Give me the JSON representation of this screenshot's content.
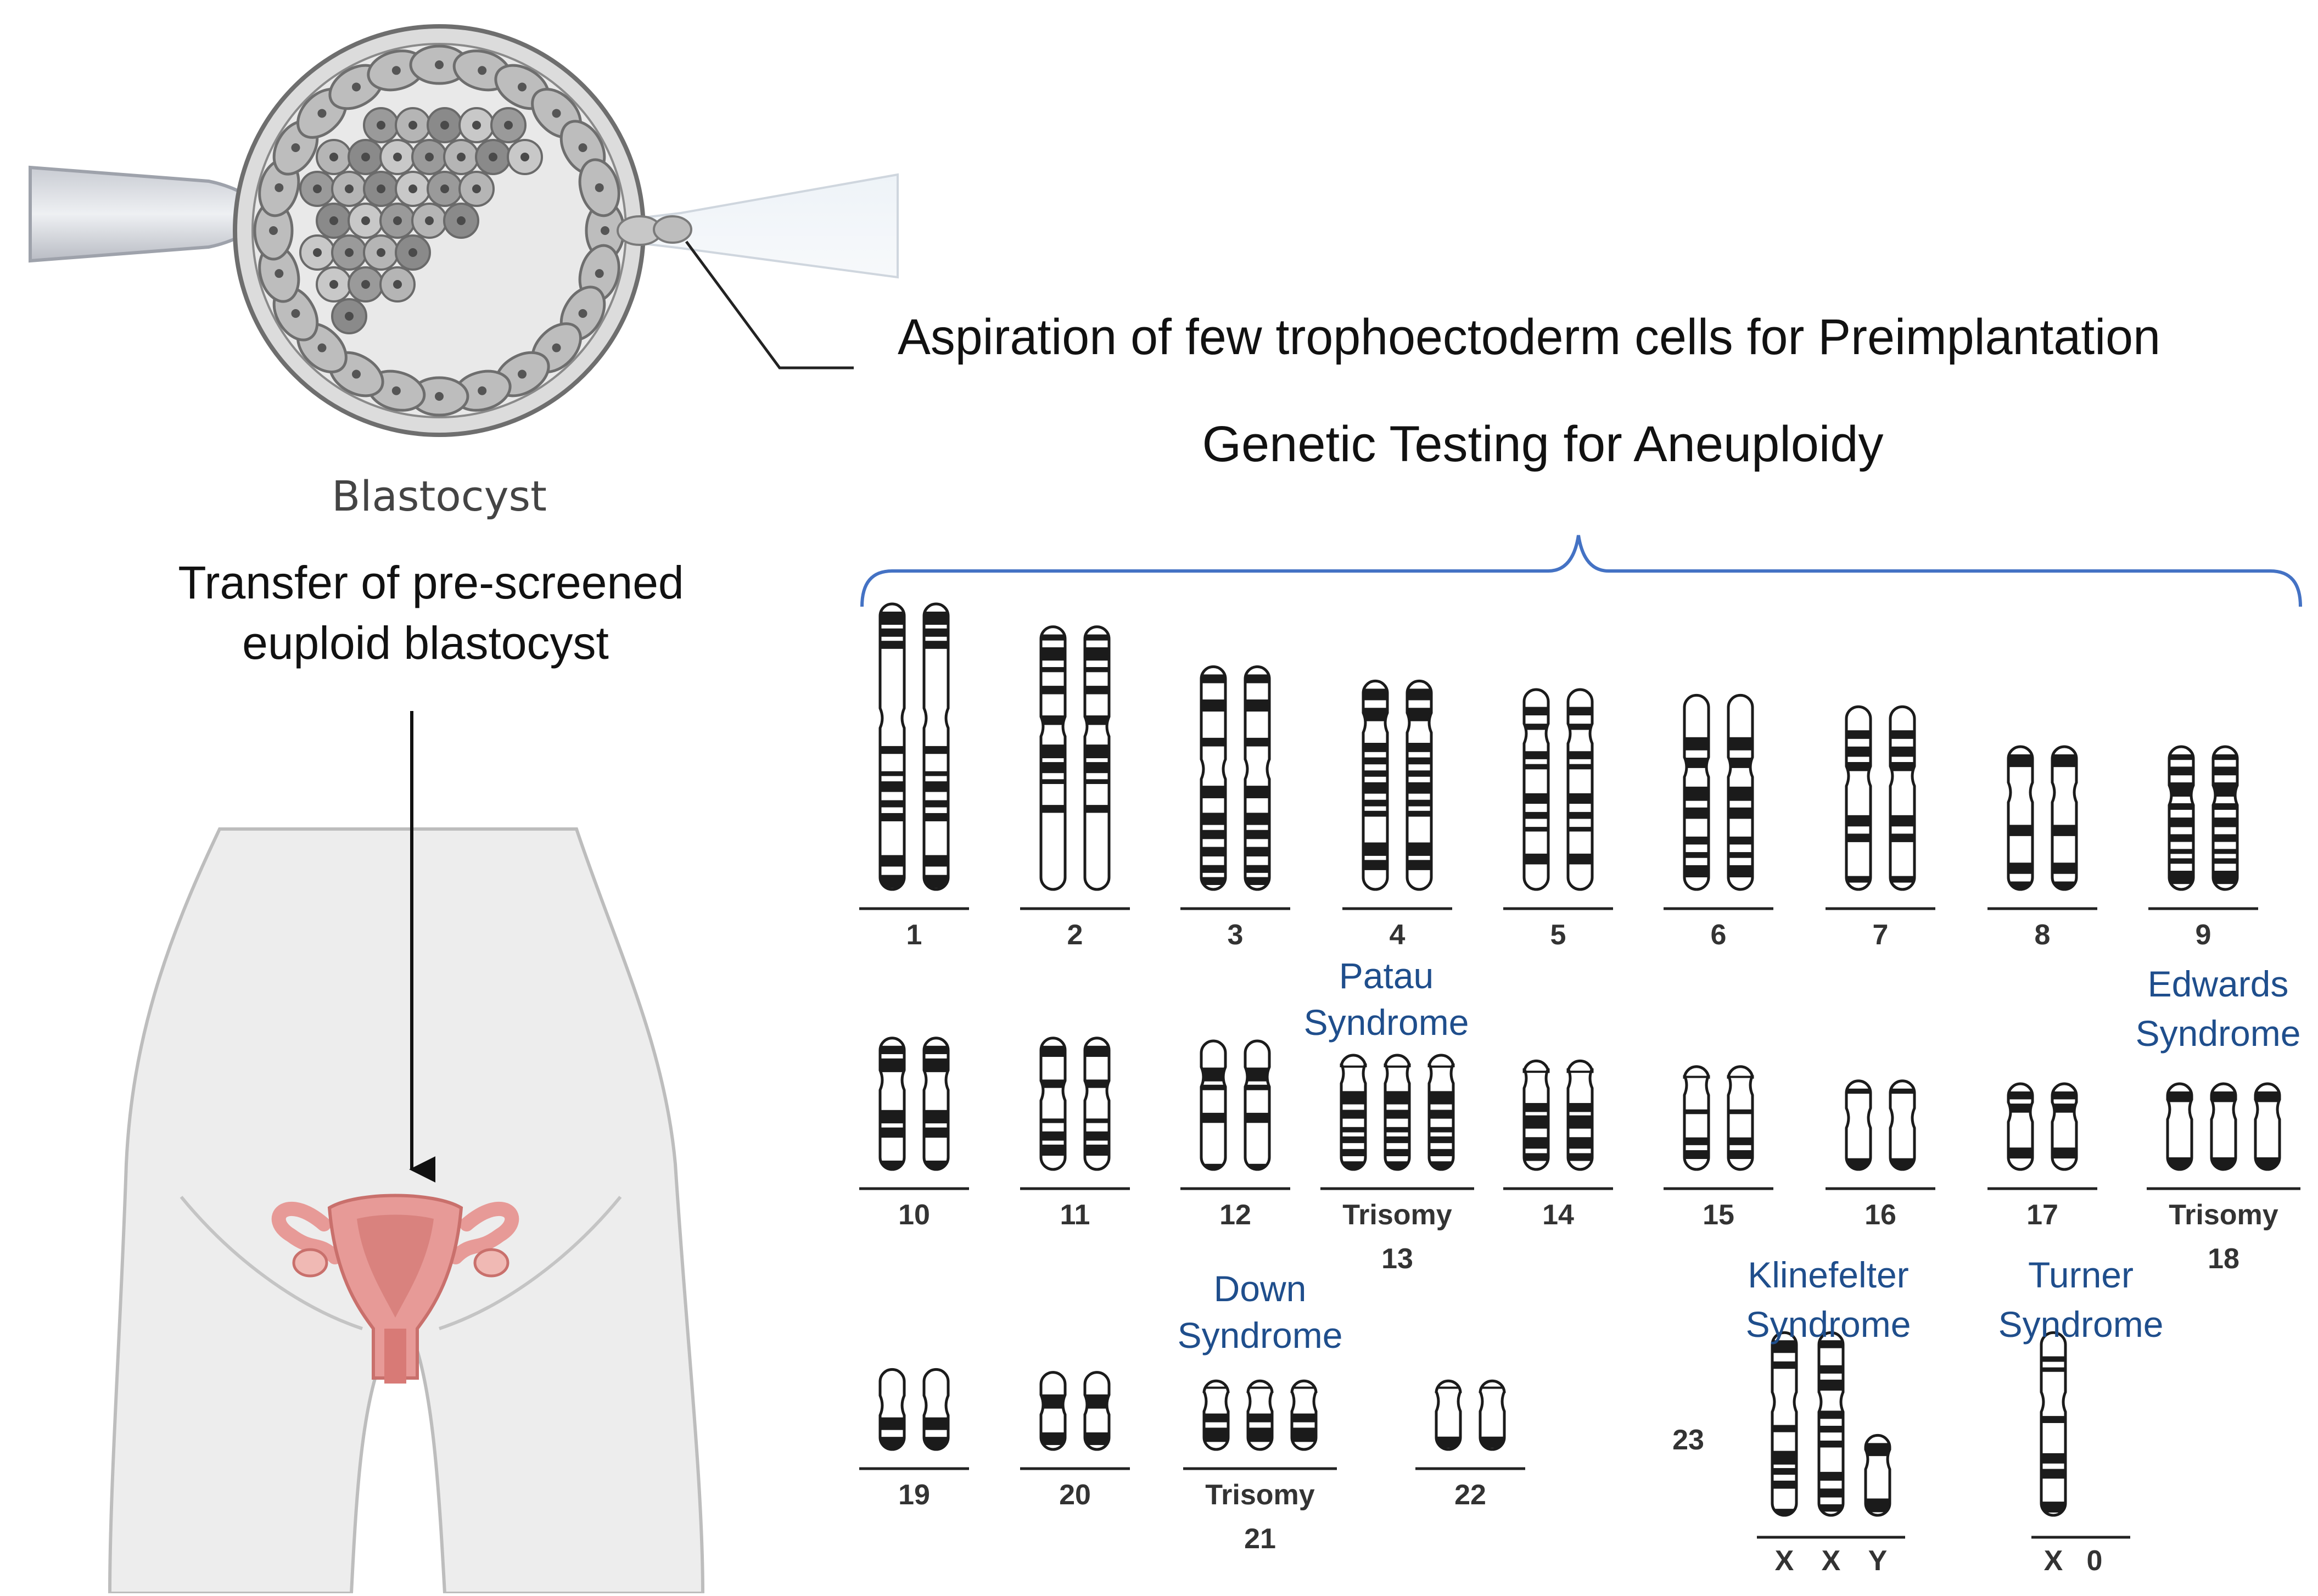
{
  "blastocyst": {
    "label": "Blastocyst"
  },
  "transfer": {
    "line1": "Transfer of pre-screened",
    "line2": "euploid blastocyst"
  },
  "aspiration": {
    "line1": "Aspiration of few trophoectoderm  cells for Preimplantation",
    "line2": "Genetic Testing for Aneuploidy"
  },
  "karyotype": {
    "chromosomes": [
      {
        "label": "1",
        "len": 1.0,
        "cen": 0.4,
        "copies": 2
      },
      {
        "label": "2",
        "len": 0.92,
        "cen": 0.38,
        "copies": 2
      },
      {
        "label": "3",
        "len": 0.78,
        "cen": 0.46,
        "copies": 2
      },
      {
        "label": "4",
        "len": 0.73,
        "cen": 0.2,
        "copies": 2
      },
      {
        "label": "5",
        "len": 0.7,
        "cen": 0.22,
        "copies": 2
      },
      {
        "label": "6",
        "len": 0.68,
        "cen": 0.37,
        "copies": 2
      },
      {
        "label": "7",
        "len": 0.64,
        "cen": 0.38,
        "copies": 2
      },
      {
        "label": "8",
        "len": 0.5,
        "cen": 0.32,
        "copies": 2
      },
      {
        "label": "9",
        "len": 0.5,
        "cen": 0.34,
        "copies": 2
      },
      {
        "label": "10",
        "len": 0.46,
        "cen": 0.32,
        "copies": 2
      },
      {
        "label": "11",
        "len": 0.46,
        "cen": 0.4,
        "copies": 2
      },
      {
        "label": "12",
        "len": 0.45,
        "cen": 0.28,
        "copies": 2
      },
      {
        "label": "Trisomy",
        "label2": "13",
        "len": 0.4,
        "cen": 0.16,
        "copies": 3,
        "acro": true
      },
      {
        "label": "14",
        "len": 0.38,
        "cen": 0.16,
        "copies": 2,
        "acro": true
      },
      {
        "label": "15",
        "len": 0.36,
        "cen": 0.18,
        "copies": 2,
        "acro": true
      },
      {
        "label": "16",
        "len": 0.31,
        "cen": 0.42,
        "copies": 2
      },
      {
        "label": "17",
        "len": 0.3,
        "cen": 0.33,
        "copies": 2
      },
      {
        "label": "Trisomy",
        "label2": "18",
        "len": 0.3,
        "cen": 0.3,
        "copies": 3
      },
      {
        "label": "19",
        "len": 0.28,
        "cen": 0.45,
        "copies": 2
      },
      {
        "label": "20",
        "len": 0.27,
        "cen": 0.42,
        "copies": 2
      },
      {
        "label": "Trisomy",
        "label2": "21",
        "len": 0.24,
        "cen": 0.3,
        "copies": 3,
        "acro": true
      },
      {
        "label": "22",
        "len": 0.24,
        "cen": 0.3,
        "copies": 2,
        "acro": true
      }
    ],
    "syndromes": {
      "patau": [
        "Patau",
        "Syndrome"
      ],
      "edwards": [
        "Edwards",
        "Syndrome"
      ],
      "down": [
        "Down",
        "Syndrome"
      ],
      "klinefelter": [
        "Klinefelter",
        "Syndrome"
      ],
      "turner": [
        "Turner",
        "Syndrome"
      ]
    },
    "sex": {
      "label": "23",
      "klinefelter_labels": [
        "X",
        "X",
        "Y"
      ],
      "turner_labels": [
        "X",
        "0"
      ]
    }
  },
  "colors": {
    "accent_blue": "#1f4e8c",
    "bracket_blue": "#4472c4",
    "uterus_pink": "#e79a97",
    "body_grey": "#ececec"
  }
}
